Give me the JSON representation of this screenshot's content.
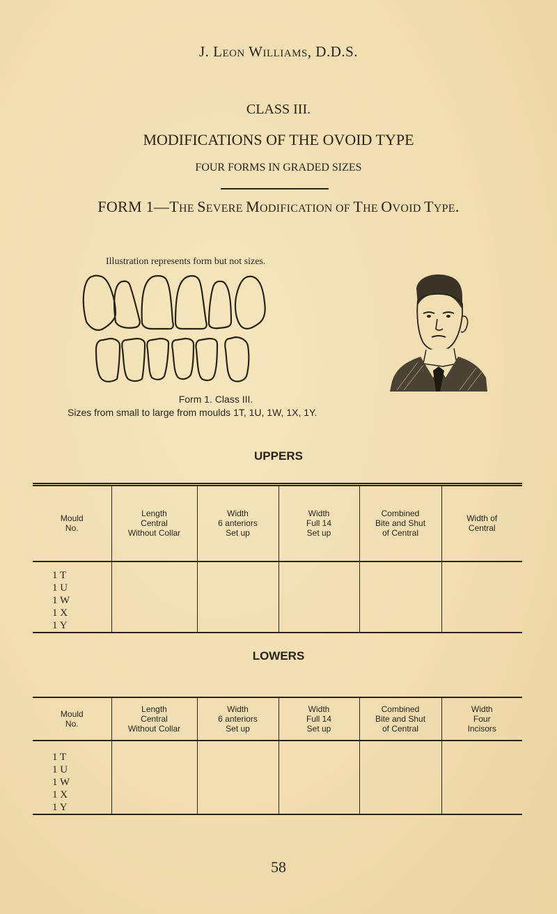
{
  "header": {
    "running_head_initial": "J. L",
    "running_head_sc1": "EON",
    "running_head_mid": " W",
    "running_head_sc2": "ILLIAMS",
    "running_head_end": ", D.D.S."
  },
  "titles": {
    "class": "CLASS III.",
    "modifications": "MODIFICATIONS OF THE OVOID TYPE",
    "subtitle": "FOUR FORMS IN GRADED SIZES",
    "form_prefix": "FORM 1—",
    "form_parts": [
      "T",
      "HE ",
      "S",
      "EVERE ",
      "M",
      "ODIFICATION OF ",
      "T",
      "HE ",
      "O",
      "VOID ",
      "T",
      "YPE",
      "."
    ]
  },
  "illustration": {
    "note": "Illustration represents form but not sizes.",
    "caption_line1": "Form 1.  Class III.",
    "caption_line2": "Sizes from small to large from moulds 1T, 1U, 1W, 1X, 1Y.",
    "teeth_icon": "teeth-outline-drawing",
    "portrait_icon": "portrait-engraving"
  },
  "uppers": {
    "title": "UPPERS",
    "columns": [
      [
        "Mould",
        "No."
      ],
      [
        "Length",
        "Central",
        "Without Collar"
      ],
      [
        "Width",
        "6 anteriors",
        "Set up"
      ],
      [
        "Width",
        "Full 14",
        "Set up"
      ],
      [
        "Combined",
        "Bite and Shut",
        "of Central"
      ],
      [
        "Width of",
        "Central"
      ]
    ],
    "moulds": [
      "1 T",
      "1 U",
      "1 W",
      "1 X",
      "1 Y"
    ]
  },
  "lowers": {
    "title": "LOWERS",
    "columns": [
      [
        "Mould",
        "No."
      ],
      [
        "Length",
        "Central",
        "Without Collar"
      ],
      [
        "Width",
        "6 anteriors",
        "Set up"
      ],
      [
        "Width",
        "Full 14",
        "Set up"
      ],
      [
        "Combined",
        "Bite and Shut",
        "of Central"
      ],
      [
        "Width",
        "Four",
        "Incisors"
      ]
    ],
    "moulds": [
      "1 T",
      "1 U",
      "1 W",
      "1 X",
      "1 Y"
    ]
  },
  "footer": {
    "page_number": "58"
  }
}
